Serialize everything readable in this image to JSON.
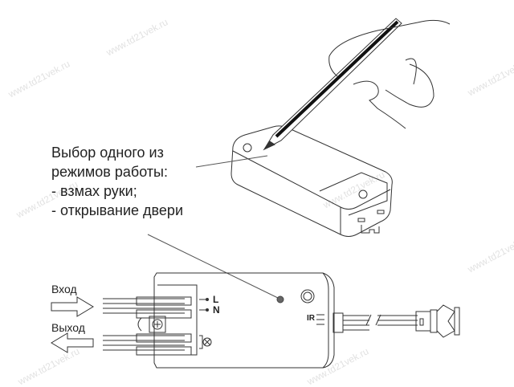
{
  "annotation": {
    "line1": "Выбор одного из",
    "line2": "режимов работы:",
    "line3": "- взмах руки;",
    "line4": "- открывание двери"
  },
  "wiring": {
    "input_label": "Вход",
    "output_label": "Выход",
    "pin_l": "L",
    "pin_n": "N",
    "ir_label": "IR"
  },
  "watermark": "www.td21vek.ru"
}
